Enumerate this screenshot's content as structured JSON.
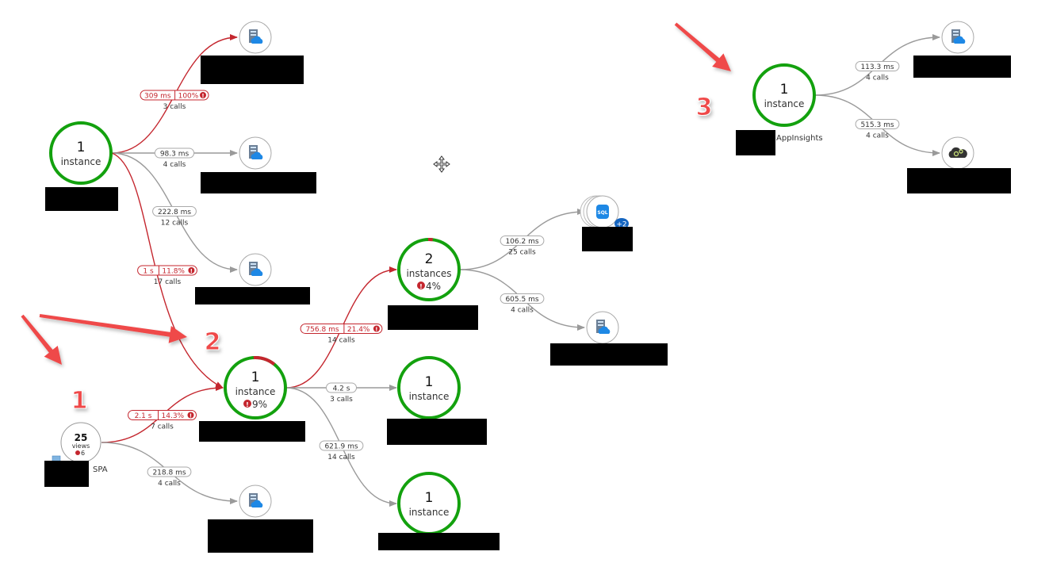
{
  "colors": {
    "healthy": "#13a10e",
    "error": "#c4262e",
    "edge": "#9a9a9a",
    "redact": "#000000",
    "annotation": "#ef4a4a",
    "badge": "#1565c0"
  },
  "nodes": [
    {
      "id": "app1",
      "kind": "app",
      "count": "1",
      "unit": "instance"
    },
    {
      "id": "depA",
      "kind": "dep",
      "icon": "cloud-server-icon"
    },
    {
      "id": "depB",
      "kind": "dep",
      "icon": "cloud-server-icon"
    },
    {
      "id": "depC",
      "kind": "dep",
      "icon": "cloud-server-icon"
    },
    {
      "id": "app2",
      "kind": "app",
      "count": "1",
      "unit": "instance",
      "error_pct": "9%",
      "error_fraction": 0.09
    },
    {
      "id": "app3",
      "kind": "app",
      "count": "2",
      "unit": "instances",
      "error_pct": "4%",
      "error_fraction": 0.04
    },
    {
      "id": "app4",
      "kind": "app",
      "count": "1",
      "unit": "instance"
    },
    {
      "id": "app5",
      "kind": "app",
      "count": "1",
      "unit": "instance"
    },
    {
      "id": "sql",
      "kind": "sql",
      "icon": "sql-database-icon",
      "icon_text": "SQL",
      "badge": "+2"
    },
    {
      "id": "depD",
      "kind": "dep",
      "icon": "cloud-server-icon"
    },
    {
      "id": "spa",
      "kind": "client",
      "count": "25",
      "unit": "views",
      "errors": "6",
      "label": "SPA"
    },
    {
      "id": "depE",
      "kind": "dep",
      "icon": "cloud-server-icon"
    },
    {
      "id": "app6",
      "kind": "app",
      "count": "1",
      "unit": "instance",
      "label": "AppInsights"
    },
    {
      "id": "depF",
      "kind": "dep",
      "icon": "cloud-server-icon"
    },
    {
      "id": "depG",
      "kind": "dep",
      "icon": "cloud-gears-icon"
    }
  ],
  "edges": [
    {
      "from": "app1",
      "to": "depA",
      "duration": "309 ms",
      "failure": "100%",
      "calls": "3 calls",
      "status": "error"
    },
    {
      "from": "app1",
      "to": "depB",
      "duration": "98.3 ms",
      "calls": "4 calls",
      "status": "ok"
    },
    {
      "from": "app1",
      "to": "depC",
      "duration": "222.8 ms",
      "calls": "12 calls",
      "status": "ok"
    },
    {
      "from": "app1",
      "to": "app2",
      "duration": "1 s",
      "failure": "11.8%",
      "calls": "17 calls",
      "status": "error"
    },
    {
      "from": "spa",
      "to": "app2",
      "duration": "2.1 s",
      "failure": "14.3%",
      "calls": "7 calls",
      "status": "error"
    },
    {
      "from": "spa",
      "to": "depE",
      "duration": "218.8 ms",
      "calls": "4 calls",
      "status": "ok"
    },
    {
      "from": "app2",
      "to": "app3",
      "duration": "756.8 ms",
      "failure": "21.4%",
      "calls": "14 calls",
      "status": "error"
    },
    {
      "from": "app2",
      "to": "app4",
      "duration": "4.2 s",
      "calls": "3 calls",
      "status": "ok"
    },
    {
      "from": "app2",
      "to": "app5",
      "duration": "621.9 ms",
      "calls": "14 calls",
      "status": "ok"
    },
    {
      "from": "app3",
      "to": "sql",
      "duration": "106.2 ms",
      "calls": "25 calls",
      "status": "ok"
    },
    {
      "from": "app3",
      "to": "depD",
      "duration": "605.5 ms",
      "calls": "4 calls",
      "status": "ok"
    },
    {
      "from": "app6",
      "to": "depF",
      "duration": "113.3 ms",
      "calls": "4 calls",
      "status": "ok"
    },
    {
      "from": "app6",
      "to": "depG",
      "duration": "515.3 ms",
      "calls": "4 calls",
      "status": "ok"
    }
  ],
  "annotations": [
    {
      "number": "1"
    },
    {
      "number": "2"
    },
    {
      "number": "3"
    }
  ],
  "canvas": {
    "cursor_icon": "move-cursor-icon"
  }
}
